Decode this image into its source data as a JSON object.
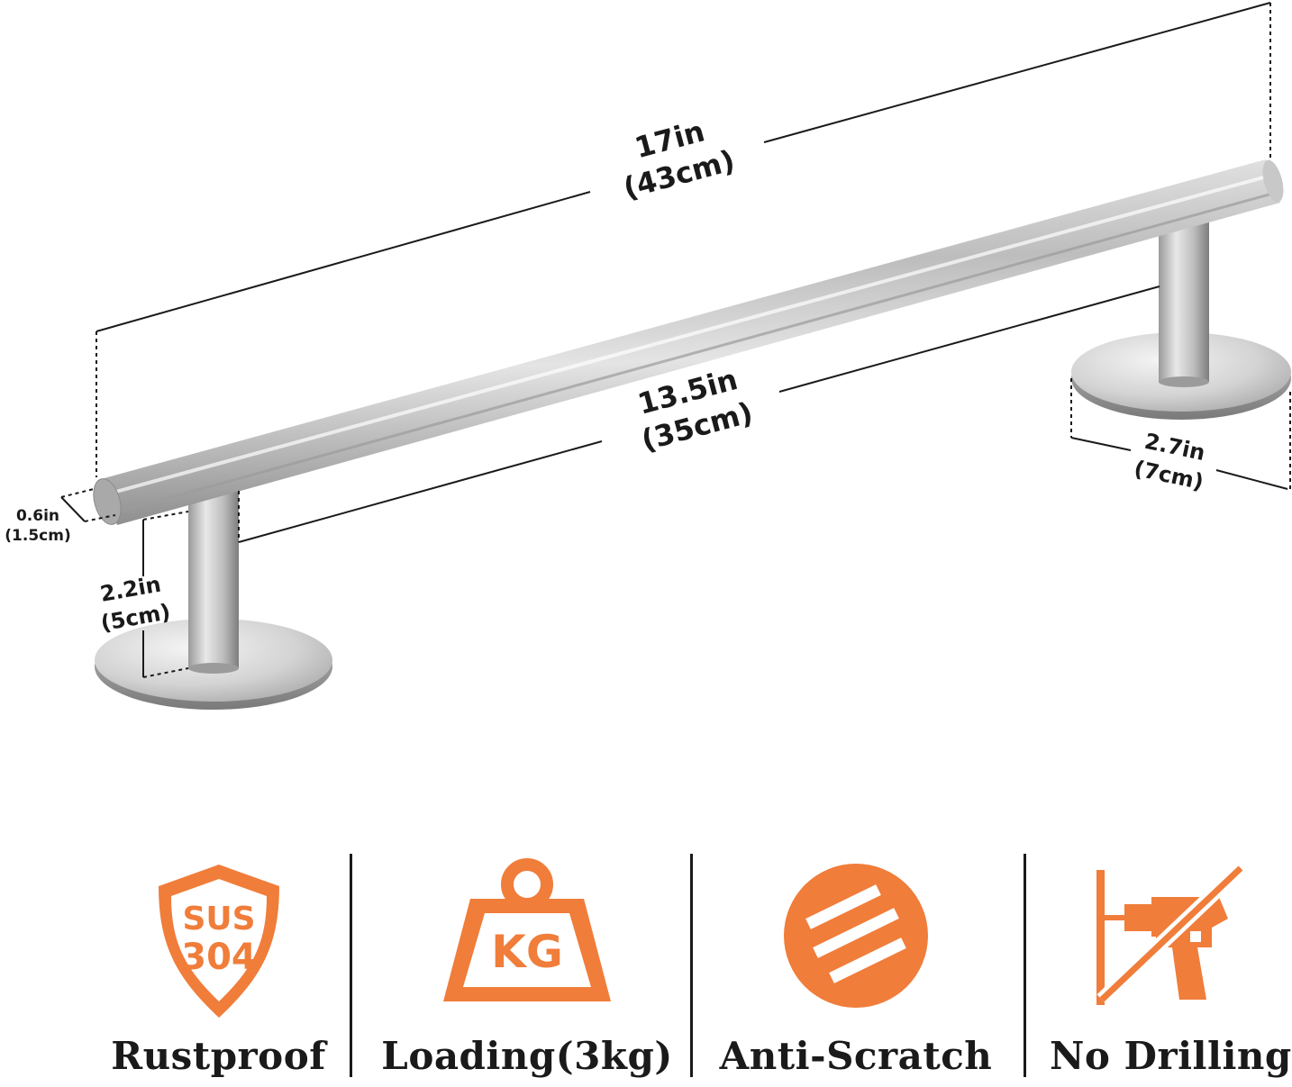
{
  "dimensions": {
    "total_length_in": "17in",
    "total_length_cm": "(43cm)",
    "inner_length_in": "13.5in",
    "inner_length_cm": "(35cm)",
    "bar_diameter_in": "0.6in",
    "bar_diameter_cm": "(1.5cm)",
    "post_height_in": "2.2in",
    "post_height_cm": "(5cm)",
    "base_diameter_in": "2.7in",
    "base_diameter_cm": "(7cm)"
  },
  "features": [
    {
      "label": "Rustproof",
      "icon": "sus304-shield-icon",
      "badge_line1": "SUS",
      "badge_line2": "304"
    },
    {
      "label": "Loading(3kg)",
      "icon": "weight-kg-icon",
      "badge_text": "KG"
    },
    {
      "label": "Anti-Scratch",
      "icon": "anti-scratch-icon"
    },
    {
      "label": "No Drilling",
      "icon": "no-drill-icon"
    }
  ],
  "colors": {
    "accent": "#F07D3A",
    "text": "#1a1a1a",
    "steel_light": "#eeeeee",
    "steel_dark": "#8a8a8a"
  }
}
